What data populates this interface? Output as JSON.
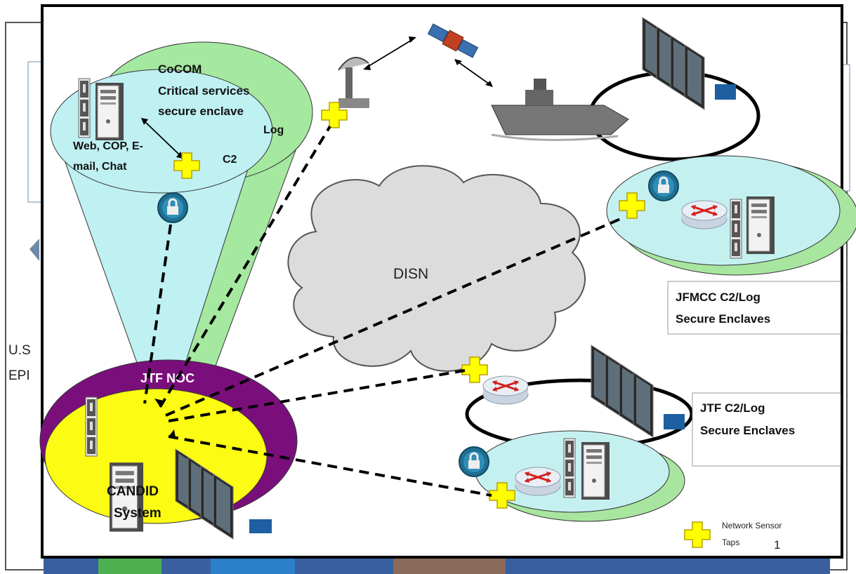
{
  "diagram": {
    "background_slide": {
      "left_text_line1": "U.S",
      "left_text_line2": "EPI"
    },
    "cocom": {
      "title_line1": "CoCOM",
      "title_line2": "Critical services",
      "title_line3": "secure enclave",
      "log_label": "Log",
      "services_line1": "Web,  COP, E-",
      "services_line2": "mail, Chat",
      "c2_label": "C2"
    },
    "disn": {
      "label": "DISN"
    },
    "jtf_noc": {
      "label": "JTF NOC",
      "system_line1": "CANDID",
      "system_line2": "System"
    },
    "jfmcc": {
      "label_line1": "JFMCC C2/Log",
      "label_line2": "Secure Enclaves"
    },
    "jtf": {
      "label_line1": "JTF C2/Log",
      "label_line2": "Secure Enclaves"
    },
    "legend": {
      "line1": "Network Sensor",
      "line2": "Taps"
    },
    "page_number": "1",
    "colors": {
      "cocom_green": "#a5e8a0",
      "cocom_cyan": "#bff0f2",
      "noc_purple": "#7a0f7c",
      "noc_yellow": "#fbfb14",
      "enclave_cyan": "#c4f0f0",
      "enclave_green": "#a8e6a0",
      "sensor_yellow": "#ffff00",
      "lock_blue": "#1f6f92"
    }
  }
}
